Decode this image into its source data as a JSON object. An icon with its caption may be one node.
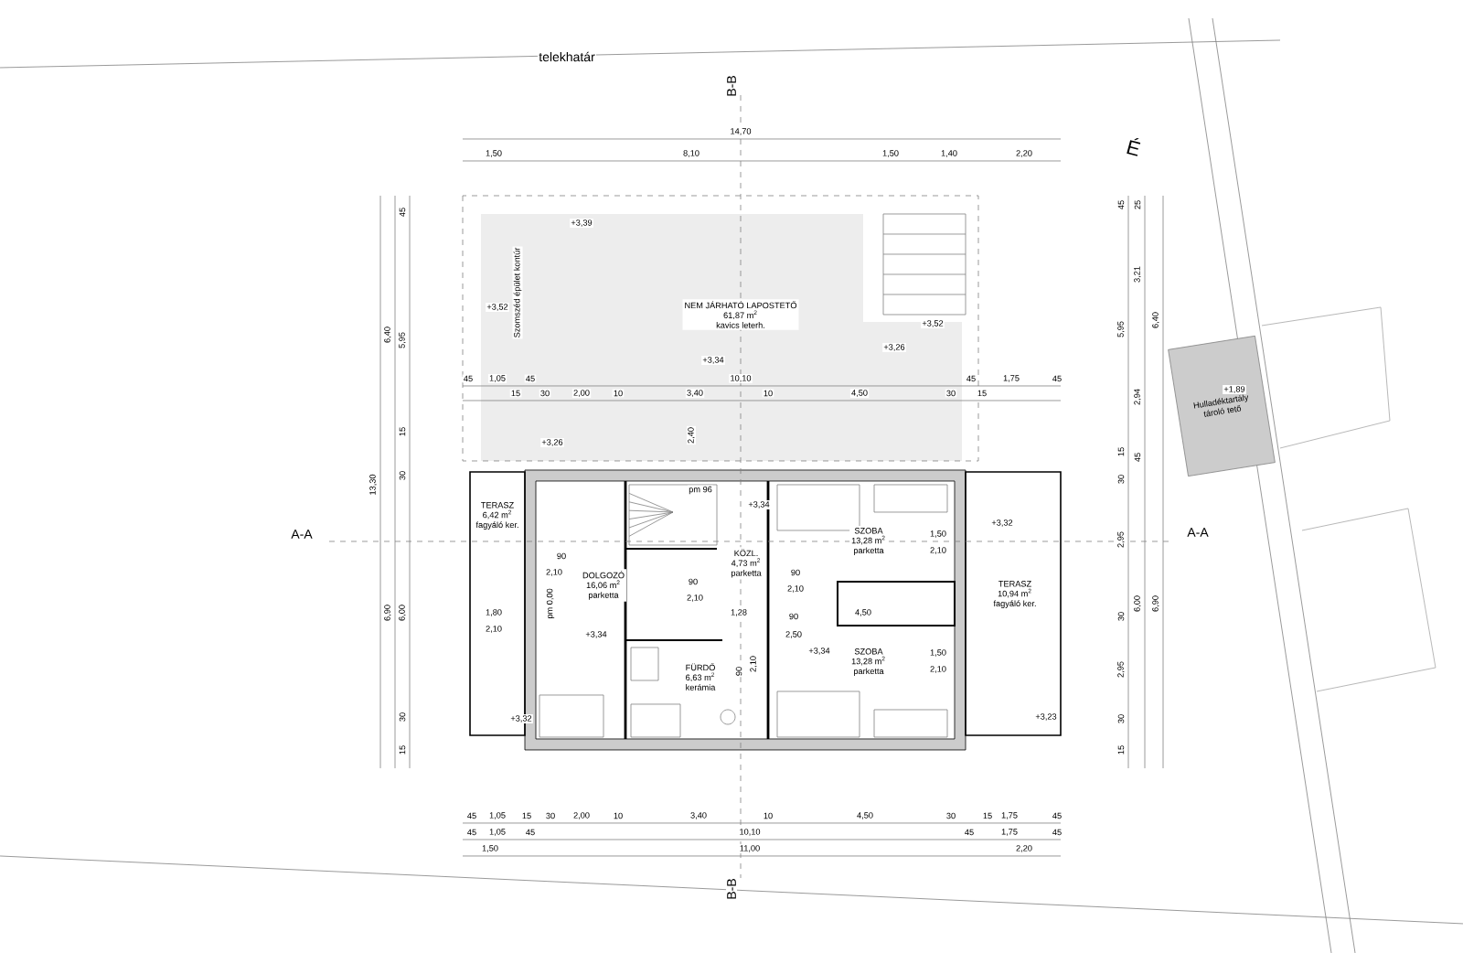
{
  "diagram": {
    "nodes": [
      {
        "text": [
          "NEM JÁRHATÓ LAPOSTETŐ",
          "61,87 m$^{2}$",
          "kavics leterh."
        ]
      },
      {
        "text": [
          "TERASZ",
          "6,42 m$^{2}$",
          "fagyáló ker."
        ]
      },
      {
        "text": [
          "DOLGOZÓ",
          "16,06 m$^{2}$",
          "parketta"
        ]
      },
      {
        "text": [
          "KÖZL.",
          "4,73 m$^{2}$",
          "parketta"
        ]
      },
      {
        "text": [
          "FÜRDŐ",
          "6,63 m$^{2}$",
          "kerámia"
        ]
      },
      {
        "text": [
          "SZOBA",
          "13,28 m$^{2}$",
          "parketta"
        ]
      },
      {
        "text": [
          "SZOBA",
          "13,28 m$^{2}$",
          "parketta"
        ]
      },
      {
        "text": [
          "TERASZ",
          "10,94 m$^{2}$",
          "fagyáló ker."
        ]
      },
      {
        "text": [
          "Hulladéktartály tároló tető"
        ]
      }
    ],
    "labels": [
      "telekhatár",
      "B-B",
      "14,70",
      "1,50",
      "8,10",
      "1,50",
      "1,40",
      "2,20",
      "É",
      "+3,39",
      "Szomszéd épület kontúr",
      "+3,52",
      "+3,34",
      "+3,26",
      "+3,52",
      "45",
      "1,05",
      "45",
      "10,10",
      "45",
      "1,75",
      "45",
      "15",
      "30",
      "2,00",
      "10",
      "3,40",
      "10",
      "4,50",
      "30",
      "15",
      "+3,26",
      "2,40",
      "pm 96",
      "+3,34",
      "90",
      "2,10",
      "1,80",
      "2,10",
      "pm 0,00",
      "+3,34",
      "90",
      "2,10",
      "1,28",
      "90",
      "2,10",
      "90",
      "2,50",
      "4,50",
      "+3,34",
      "90",
      "2,10",
      "1,50",
      "2,10",
      "+3,32",
      "1,50",
      "2,10",
      "+3,32",
      "+3,23",
      "A-A",
      "A-A",
      "+1,89",
      "45",
      "1,05",
      "15",
      "30",
      "2,00",
      "10",
      "3,40",
      "10",
      "4,50",
      "30",
      "15",
      "1,75",
      "45",
      "45",
      "1,05",
      "45",
      "10,10",
      "45",
      "1,75",
      "45",
      "1,50",
      "11,00",
      "2,20",
      "B-B",
      "13,30",
      "6,40",
      "5,95",
      "45",
      "15",
      "30",
      "6,90",
      "6,00",
      "30",
      "15",
      "45",
      "25",
      "3,21",
      "5,95",
      "6,40",
      "2,94",
      "15",
      "45",
      "30",
      "2,95",
      "30",
      "6,00",
      "6,90",
      "2,95",
      "30",
      "15"
    ]
  }
}
